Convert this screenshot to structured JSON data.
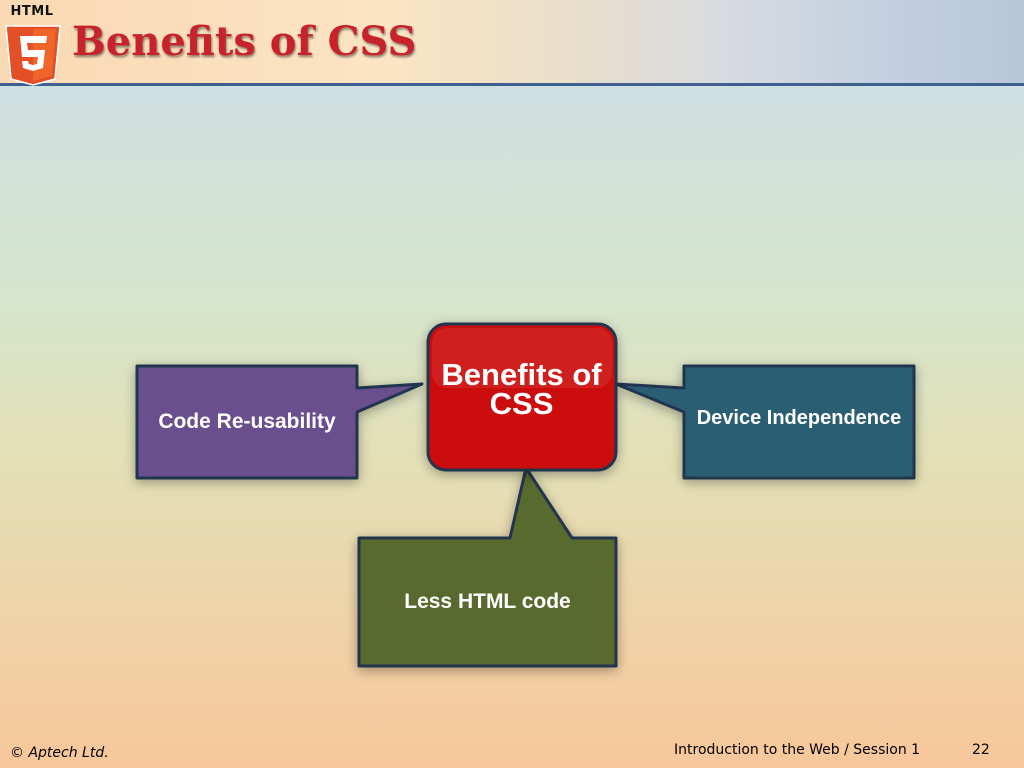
{
  "header": {
    "logo_text": "HTML",
    "title": "Benefits of CSS"
  },
  "diagram": {
    "center": "Benefits of CSS",
    "left": "Code Re-usability",
    "right": "Device Independence",
    "bottom": "Less HTML code"
  },
  "footer": {
    "copyright_symbol": "©",
    "company": "Aptech Ltd.",
    "session": "Introduction to the Web / Session 1",
    "page_number": "22"
  },
  "colors": {
    "title_red": "#c8232b",
    "center_box": "#cc0a0a",
    "left_box": "#6a4f8e",
    "right_box": "#2b5f73",
    "bottom_box": "#586a2e",
    "header_rule": "#3e5f8f"
  },
  "icons": {
    "logo": "html5-shield-icon"
  }
}
